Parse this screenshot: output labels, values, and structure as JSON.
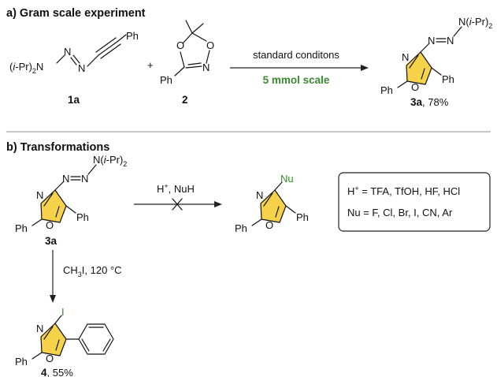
{
  "section_a": {
    "title": "a) Gram scale experiment",
    "reactant1_substituent": "(i-Pr)2N",
    "reactant1_label": "1a",
    "plus": "+",
    "reactant2_label": "2",
    "condition_top": "standard conditons",
    "condition_bottom": "5 mmol scale",
    "product_label": "3a",
    "product_yield": ", 78%"
  },
  "section_b": {
    "title": "b) Transformations",
    "start_label": "3a",
    "reagent_top": "H+, NuH",
    "reagent_down": "CH3I, 120 °C",
    "nu_label": "Nu",
    "iodo_label": "I",
    "product_label": "4",
    "product_yield": ", 55%",
    "box_line1": "H+ = TFA, TfOH, HF, HCl",
    "box_line2": "Nu = F, Cl, Br, I, CN, Ar"
  },
  "atoms": {
    "ph": "Ph",
    "n": "N",
    "o": "O",
    "triazene_amine": "N(i-Pr)2"
  },
  "colors": {
    "ring_fill": "#f5d24a",
    "highlight_green": "#3a8a2e"
  }
}
